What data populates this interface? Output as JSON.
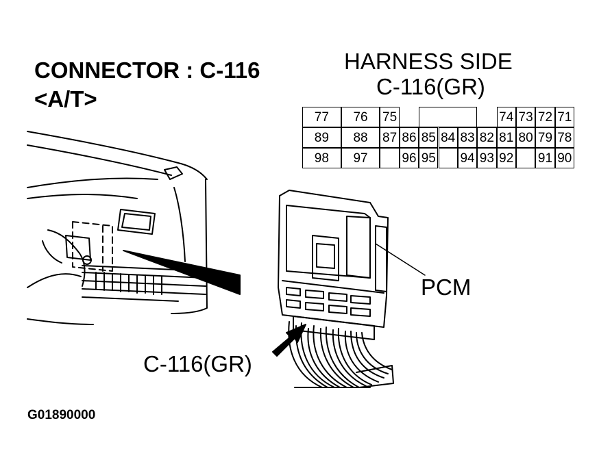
{
  "header": {
    "title_line1": "CONNECTOR : C-116",
    "title_line2": "<A/T>"
  },
  "harness": {
    "line1": "HARNESS SIDE",
    "line2": "C-116(GR)",
    "rows": [
      [
        {
          "label": "77",
          "span": 2
        },
        {
          "label": "76",
          "span": 2
        },
        {
          "label": "75",
          "span": 1
        },
        {
          "label": "",
          "span": 1,
          "border": false
        },
        {
          "label": "",
          "span": 3,
          "border": true
        },
        {
          "label": "",
          "span": 1,
          "border": false
        },
        {
          "label": "74",
          "span": 1
        },
        {
          "label": "73",
          "span": 1
        },
        {
          "label": "72",
          "span": 1
        },
        {
          "label": "71",
          "span": 1
        }
      ],
      [
        {
          "label": "89",
          "span": 2
        },
        {
          "label": "88",
          "span": 2
        },
        {
          "label": "87",
          "span": 1
        },
        {
          "label": "86",
          "span": 1
        },
        {
          "label": "85",
          "span": 1
        },
        {
          "label": "84",
          "span": 1
        },
        {
          "label": "83",
          "span": 1
        },
        {
          "label": "82",
          "span": 1
        },
        {
          "label": "81",
          "span": 1
        },
        {
          "label": "80",
          "span": 1
        },
        {
          "label": "79",
          "span": 1
        },
        {
          "label": "78",
          "span": 1
        }
      ],
      [
        {
          "label": "98",
          "span": 2
        },
        {
          "label": "97",
          "span": 2
        },
        {
          "label": "",
          "span": 1
        },
        {
          "label": "96",
          "span": 1
        },
        {
          "label": "95",
          "span": 1
        },
        {
          "label": "",
          "span": 1
        },
        {
          "label": "94",
          "span": 1
        },
        {
          "label": "93",
          "span": 1
        },
        {
          "label": "92",
          "span": 1
        },
        {
          "label": "",
          "span": 1
        },
        {
          "label": "91",
          "span": 1
        },
        {
          "label": "90",
          "span": 1
        }
      ]
    ]
  },
  "labels": {
    "pcm": "PCM",
    "connector": "C-116(GR)",
    "figure_code": "G01890000"
  }
}
